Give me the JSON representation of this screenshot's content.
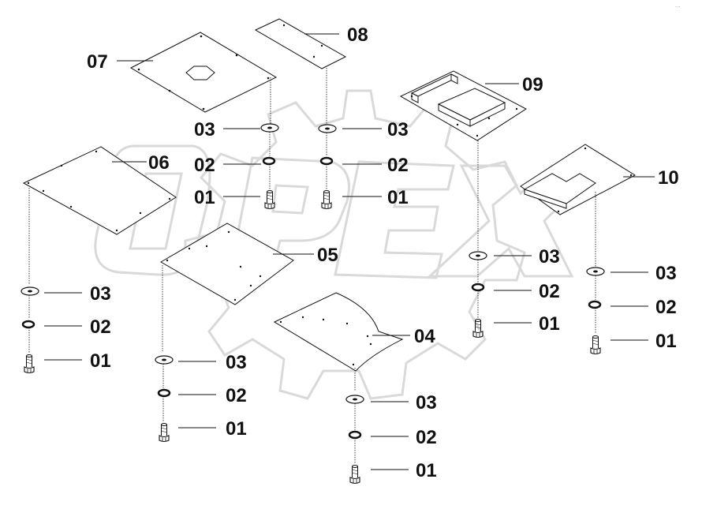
{
  "colors": {
    "ink": "#111111",
    "watermark": "#d9d9d9",
    "background": "#ffffff"
  },
  "watermark": {
    "text": "OPEX",
    "icon": "gear-icon"
  },
  "corner_mark": "· ··",
  "callouts": {
    "p01": "01",
    "p02": "02",
    "p03": "03",
    "p04": "04",
    "p05": "05",
    "p06": "06",
    "p07": "07",
    "p08": "08",
    "p09": "09",
    "p10": "10"
  }
}
